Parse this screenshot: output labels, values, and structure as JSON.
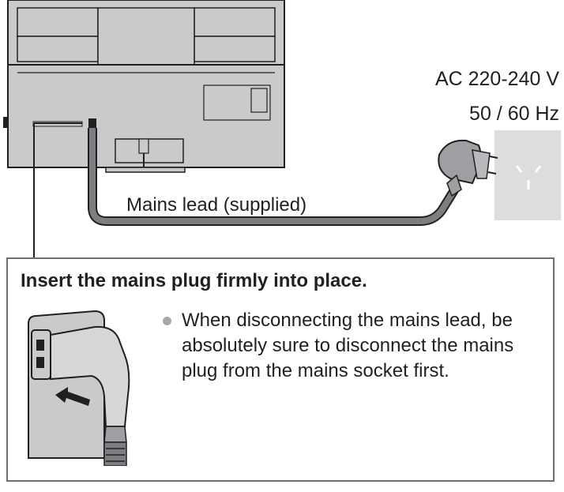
{
  "power_supply": {
    "voltage": "AC 220-240 V",
    "frequency": "50 / 60 Hz"
  },
  "cable": {
    "label": "Mains lead (supplied)"
  },
  "callout": {
    "heading": "Insert the mains plug firmly into place.",
    "note": "When disconnecting the mains lead, be absolutely sure to disconnect the mains plug from the mains socket first."
  },
  "colors": {
    "line": "#231f20",
    "tv_fill": "#c9cacc",
    "cable": "#7d7e81",
    "socket_plate": "#dcdddf",
    "box_border": "#6d6e71"
  },
  "icons": [
    "tv-back-icon",
    "mains-cable-icon",
    "wall-socket-icon",
    "mains-plug-icon",
    "insert-arrow-icon",
    "bullet-icon"
  ]
}
